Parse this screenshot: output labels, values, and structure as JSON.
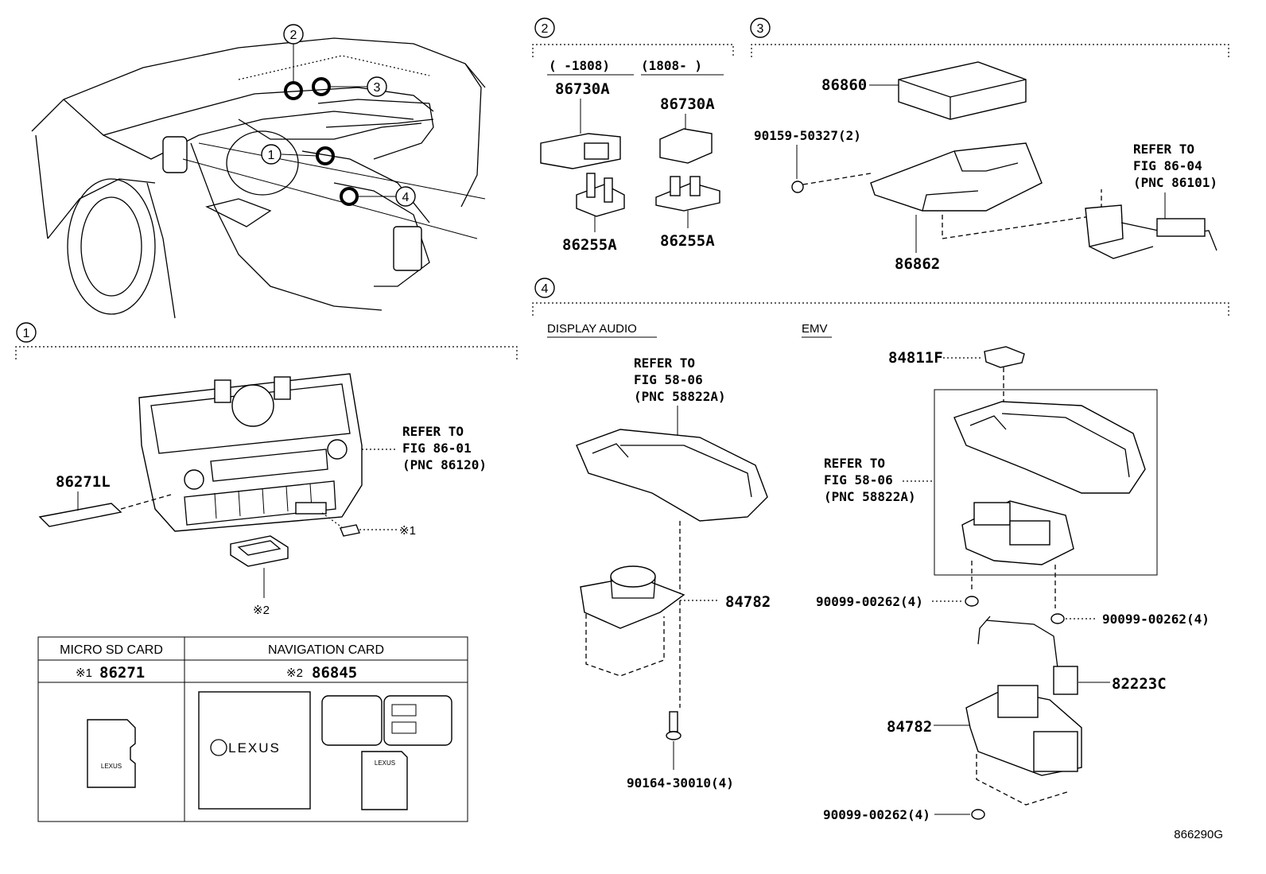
{
  "sections": {
    "s1": "1",
    "s2": "2",
    "s3": "3",
    "s4": "4"
  },
  "overview_callouts": [
    "1",
    "2",
    "3",
    "4"
  ],
  "section1": {
    "part_86271L": "86271L",
    "refer": [
      "REFER TO",
      "FIG 86-01",
      "(PNC 86120)"
    ],
    "mark1": "※1",
    "mark2": "※2"
  },
  "card_table": {
    "col1_header": "MICRO SD CARD",
    "col2_header": "NAVIGATION CARD",
    "col1_part_mark": "※1",
    "col1_part": "86271",
    "col2_part_mark": "※2",
    "col2_part": "86845",
    "brand": "LEXUS"
  },
  "section2": {
    "range1": "(    -1808)",
    "range2": "(1808-    )",
    "part_a1": "86730A",
    "part_a2": "86730A",
    "part_b1": "86255A",
    "part_b2": "86255A"
  },
  "section3": {
    "part_86860": "86860",
    "bolt": "90159-50327(2)",
    "part_86862": "86862",
    "refer": [
      "REFER TO",
      "FIG 86-04",
      "(PNC 86101)"
    ]
  },
  "section4": {
    "variant1": "DISPLAY AUDIO",
    "variant2": "EMV",
    "refer_da": [
      "REFER TO",
      "FIG 58-06",
      "(PNC 58822A)"
    ],
    "part_84782_da": "84782",
    "bolt_da": "90164-30010(4)",
    "part_84811F": "84811F",
    "refer_emv": [
      "REFER TO",
      "FIG 58-06",
      "(PNC 58822A)"
    ],
    "bolt_emv1": "90099-00262(4)",
    "bolt_emv2": "90099-00262(4)",
    "part_82223C": "82223C",
    "part_84782_emv": "84782",
    "bolt_emv3": "90099-00262(4)"
  },
  "figure_code": "866290G"
}
